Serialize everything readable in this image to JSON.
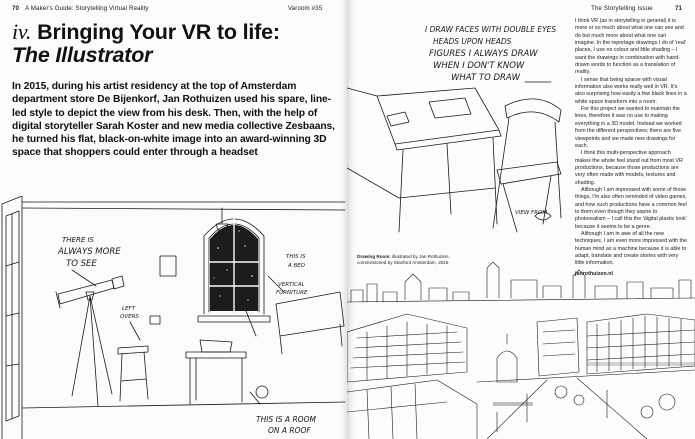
{
  "left_page": {
    "folio_number": "70",
    "folio_text": "A Maker's Guide: Storytelling Virtual Reality",
    "magazine": "Varoom #35",
    "title_roman": "iv.",
    "title_main": "Bringing Your VR to life:",
    "title_sub": "The Illustrator",
    "standfirst": "In 2015, during his artist residency at the top of Amsterdam department store De Bijenkorf, Jan Rothuizen used his spare, line-led style to depict the view from his desk. Then, with the help of digital storyteller Sarah Koster and new media collective Zesbaans, he turned his flat, black-on-white image into an award-winning 3D space that shoppers could enter through a headset",
    "drawing_notes": {
      "always_more_1": "THERE IS",
      "always_more_2": "ALWAYS MORE",
      "always_more_3": "TO SEE",
      "leftovers_1": "LEFT",
      "leftovers_2": "OVERS",
      "a_bed_1": "THIS IS",
      "a_bed_2": "A BED",
      "vertical_1": "VERTICAL",
      "vertical_2": "FURNITURE",
      "roof_1": "THIS IS A ROOM",
      "roof_2": "ON A ROOF"
    }
  },
  "right_page": {
    "folio_text": "The Storytelling Issue",
    "folio_number": "71",
    "drawing_notes": {
      "line1": "I DRAW FACES WITH DOUBLE EYES",
      "line2": "HEADS UPON HEADS",
      "line3": "FIGURES I ALWAYS DRAW",
      "line4": "WHEN I DON'T KNOW",
      "line5": "WHAT TO DRAW",
      "view_from": "VIEW FROM"
    },
    "caption_bold": "Drawing Room",
    "caption_rest": ": illustrated by Jan Rothuizen, commissioned by Stanford Amsterdam, 2015",
    "body_paragraphs": [
      "I think VR (as in storytelling in general) it is more or so much about what one can see and do but much more about what one can imagine. In the reportage drawings I do of 'real' places, I use no colour and little shading – I want the drawings in combination with hand-drawn words to function as a translation of reality.",
      "I sense that being sparse with visual information also works really well in VR. It's also surprising how easily a few black lines in a white space transform into a room.",
      "For this project we wanted to maintain the lines, therefore it was no use to making everything in a 3D model. Instead we worked from the different perspectives; there are five viewpoints and we made new drawings for each.",
      "I think this multi-perspective approach makes the whole feel stand out from most VR productions, because those productions are very often made with models, textures and shading.",
      "Although I am impressed with some of those things, I'm also often reminded of video games, and how such productions have a common feel to them even though they aspire to photorealism – I call this the 'digital plastic look' because it seems to be a genre.",
      "Although I am in awe of all the new techniques, I am even more impressed with the human mind as a machine because it is able to adapt, translate and create stories with very little information."
    ],
    "byline": "janrothuizen.nl"
  }
}
